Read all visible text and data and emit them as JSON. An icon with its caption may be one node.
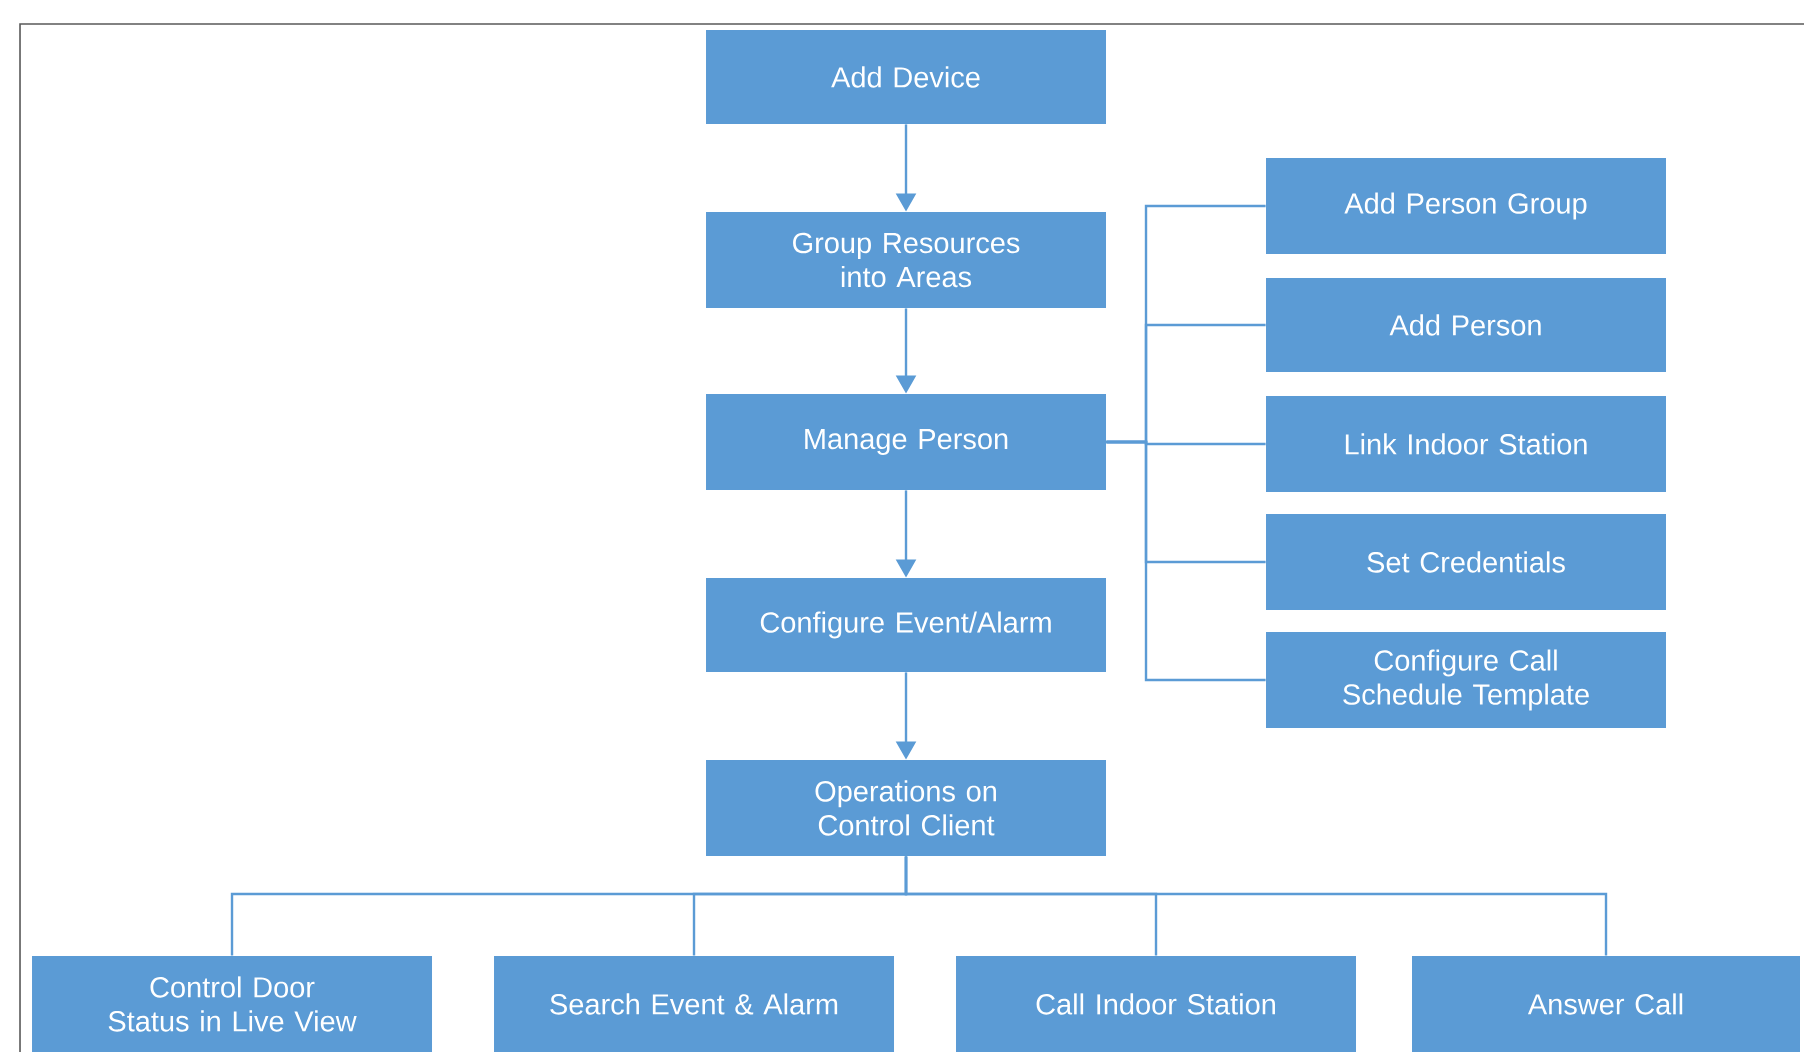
{
  "diagram": {
    "nodes": [
      {
        "text": [
          "Add Device"
        ]
      },
      {
        "text": [
          "Group Resources into Areas"
        ]
      },
      {
        "text": [
          "Manage Person"
        ]
      },
      {
        "text": [
          "Configure Event/Alarm"
        ]
      },
      {
        "text": [
          "Operations on Control Client"
        ]
      },
      {
        "text": [
          "Add Person Group"
        ]
      },
      {
        "text": [
          "Add Person"
        ]
      },
      {
        "text": [
          "Link Indoor Station"
        ]
      },
      {
        "text": [
          "Set Credentials"
        ]
      },
      {
        "text": [
          "Configure Call Schedule Template"
        ]
      },
      {
        "text": [
          "Control Door Status in Live View"
        ]
      },
      {
        "text": [
          "Search Event & Alarm"
        ]
      },
      {
        "text": [
          "Call Indoor Station"
        ]
      },
      {
        "text": [
          "Answer Call"
        ]
      }
    ],
    "edges": [
      {
        "from": 0,
        "to": 1,
        "arrow": "to"
      },
      {
        "from": 1,
        "to": 2,
        "arrow": "to"
      },
      {
        "from": 2,
        "to": 3,
        "arrow": "to"
      },
      {
        "from": 3,
        "to": 4,
        "arrow": "to"
      },
      {
        "from": 2,
        "to": 5,
        "arrow": "none"
      },
      {
        "from": 2,
        "to": 6,
        "arrow": "none"
      },
      {
        "from": 2,
        "to": 7,
        "arrow": "none"
      },
      {
        "from": 2,
        "to": 8,
        "arrow": "none"
      },
      {
        "from": 2,
        "to": 9,
        "arrow": "none"
      },
      {
        "from": 4,
        "to": 10,
        "arrow": "none"
      },
      {
        "from": 4,
        "to": 11,
        "arrow": "none"
      },
      {
        "from": 4,
        "to": 12,
        "arrow": "none"
      },
      {
        "from": 4,
        "to": 13,
        "arrow": "none"
      }
    ]
  }
}
